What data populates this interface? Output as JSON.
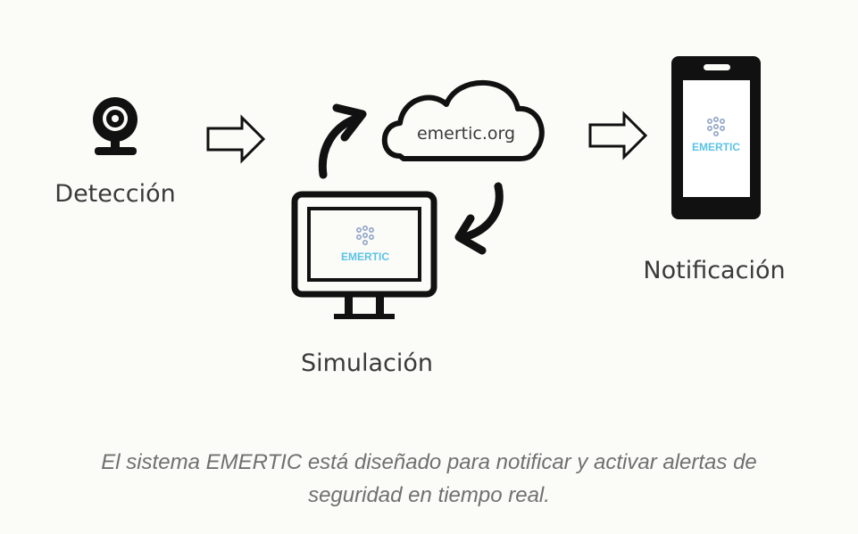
{
  "diagram": {
    "nodes": {
      "detection": {
        "label": "Detección",
        "icon": "webcam-icon"
      },
      "simulation": {
        "label": "Simulación",
        "icon": "monitor-icon",
        "screen_logo": "EMERTIC"
      },
      "cloud": {
        "label": "emertic.org",
        "icon": "cloud-icon"
      },
      "notification": {
        "label": "Notificación",
        "icon": "smartphone-icon",
        "screen_logo": "EMERTIC"
      }
    },
    "colors": {
      "line": "#111111",
      "logo_text": "#5bc3e6",
      "logo_dots": "#8fa4c4",
      "text": "#3a3a3a"
    }
  },
  "caption": {
    "line1": "El sistema EMERTIC está diseñado para notificar y activar alertas de",
    "line2": "seguridad en tiempo real."
  }
}
